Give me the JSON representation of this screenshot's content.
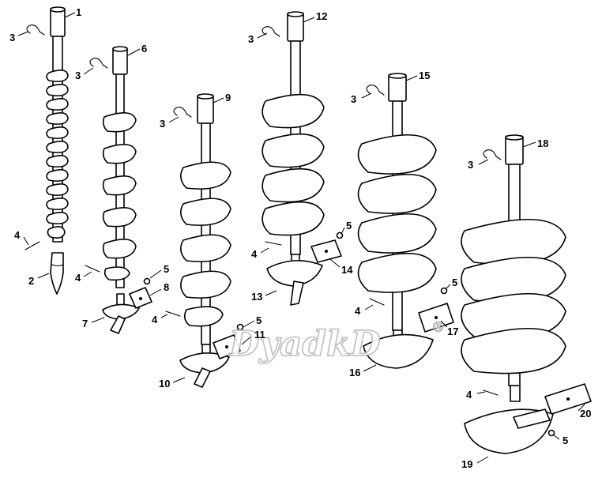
{
  "watermark": "DyadkD",
  "watermark_symbol": "®",
  "labels": {
    "p1": "1",
    "p2": "2",
    "p3": "3",
    "p4": "4",
    "p5": "5",
    "p6": "6",
    "p7": "7",
    "p8": "8",
    "p9": "9",
    "p10": "10",
    "p11": "11",
    "p12": "12",
    "p13": "13",
    "p14": "14",
    "p15": "15",
    "p16": "16",
    "p17": "17",
    "p18": "18",
    "p19": "19",
    "p20": "20"
  }
}
